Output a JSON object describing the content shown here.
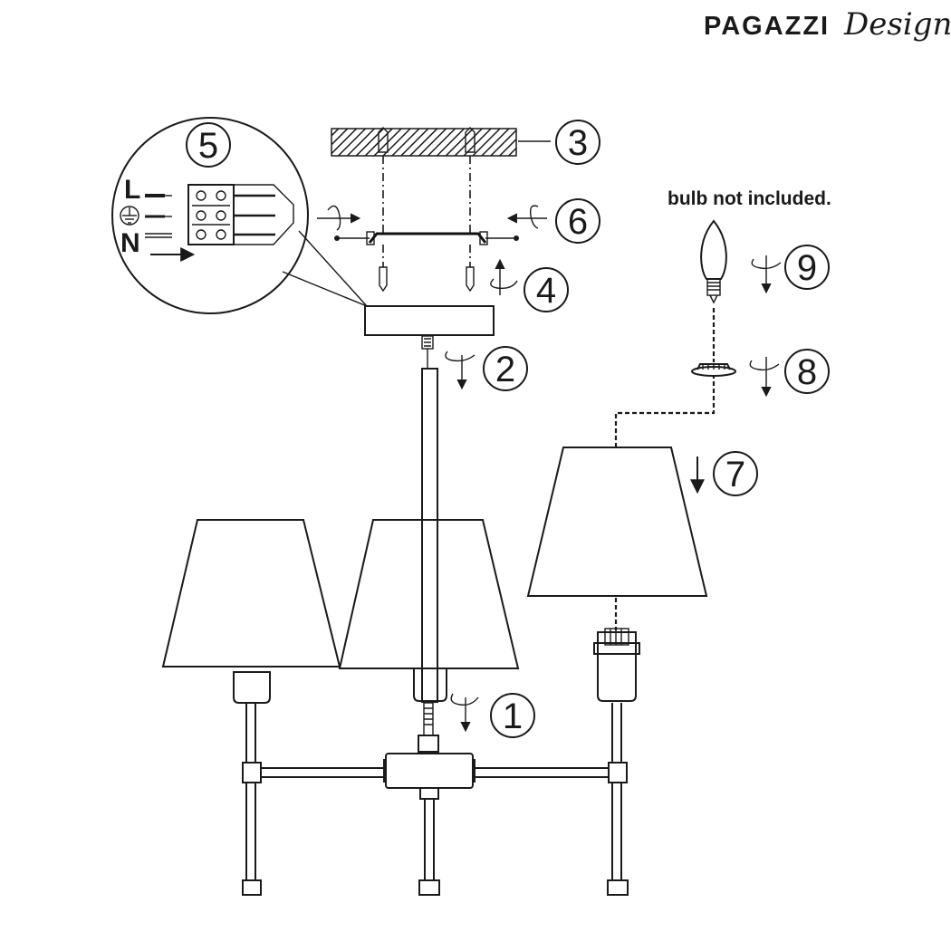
{
  "brand": {
    "name": "PAGAZZI",
    "suffix": "Design"
  },
  "note": "bulb not included.",
  "wiring": {
    "live": "L",
    "neutral": "N",
    "earth_icon": "earth-ground-icon"
  },
  "steps": [
    {
      "id": "step-1",
      "label": "1"
    },
    {
      "id": "step-2",
      "label": "2"
    },
    {
      "id": "step-3",
      "label": "3"
    },
    {
      "id": "step-4",
      "label": "4"
    },
    {
      "id": "step-5",
      "label": "5"
    },
    {
      "id": "step-6",
      "label": "6"
    },
    {
      "id": "step-7",
      "label": "7"
    },
    {
      "id": "step-8",
      "label": "8"
    },
    {
      "id": "step-9",
      "label": "9"
    }
  ],
  "colors": {
    "ink": "#1a1a1a",
    "background": "#ffffff"
  }
}
